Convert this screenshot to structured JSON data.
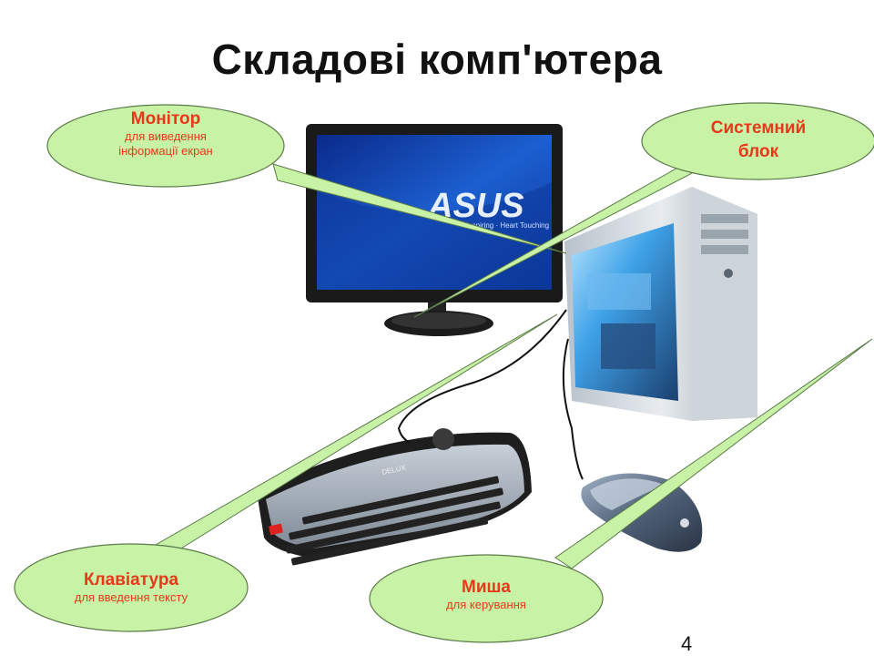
{
  "slide": {
    "title": "Складові комп'ютера",
    "page_number": "4"
  },
  "brand": {
    "monitor_logo": "ASUS",
    "monitor_tagline": "Inspiring · Heart Touching",
    "keyboard_brand": "DELUX"
  },
  "callouts": {
    "monitor": {
      "title": "Монітор",
      "line1": "для виведення",
      "line2": "інформації екран"
    },
    "system_unit": {
      "line1": "Системний",
      "line2": "блок"
    },
    "keyboard": {
      "title": "Клавіатура",
      "subtitle": "для введення тексту"
    },
    "mouse": {
      "title": "Миша",
      "subtitle": "для керування"
    }
  },
  "colors": {
    "callout_fill": "#c8f2a6",
    "callout_stroke": "#5a7a48",
    "label_text": "#e8381a",
    "pointer_fill": "#c8f2a6"
  }
}
